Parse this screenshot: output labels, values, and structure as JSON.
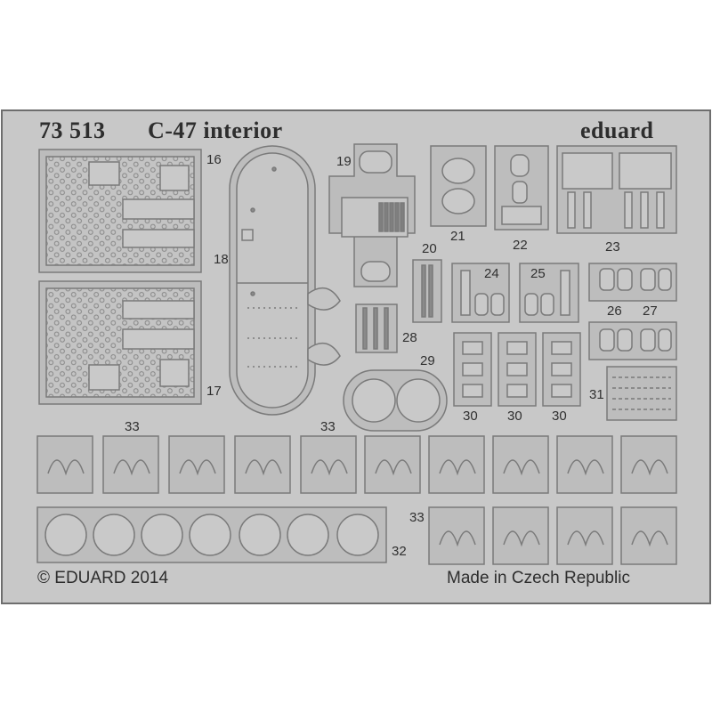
{
  "header": {
    "code": "73 513",
    "title": "C-47 interior",
    "brand": "eduard"
  },
  "footer": {
    "copyright": "© EDUARD 2014",
    "origin": "Made in Czech Republic"
  },
  "part_numbers": {
    "p16": "16",
    "p17": "17",
    "p18": "18",
    "p19": "19",
    "p20": "20",
    "p21": "21",
    "p22": "22",
    "p23": "23",
    "p24": "24",
    "p25": "25",
    "p26": "26",
    "p27": "27",
    "p28": "28",
    "p29": "29",
    "p30a": "30",
    "p30b": "30",
    "p30c": "30",
    "p31": "31",
    "p32": "32",
    "p33a": "33",
    "p33b": "33",
    "p33c": "33"
  },
  "colors": {
    "fret": "#c8c8c8",
    "part": "#bdbdbd",
    "outline": "#7a7a7a",
    "background": "#ffffff"
  }
}
